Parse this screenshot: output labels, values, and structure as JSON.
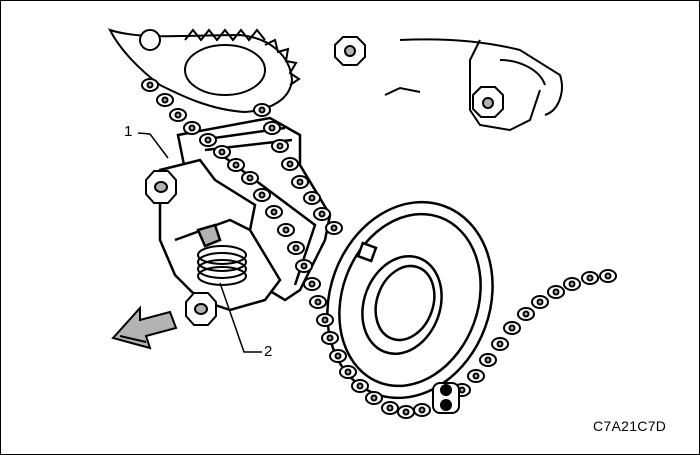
{
  "callouts": {
    "one": "1",
    "two": "2"
  },
  "figure_code": "C7A21C7D",
  "colors": {
    "line": "#000000",
    "shade": "#b3b3b3",
    "background": "#ffffff"
  },
  "icons": {
    "direction_arrow": "arrow-left-icon"
  }
}
